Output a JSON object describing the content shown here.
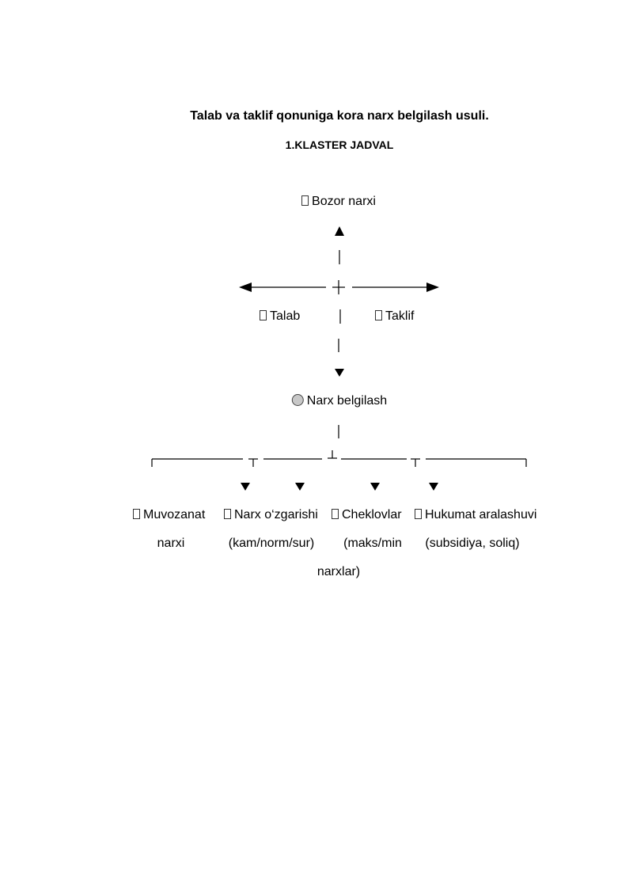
{
  "document": {
    "title": "Talab va taklif qonuniga kora narx belgilash usuli.",
    "subtitle": "1.KLASTER JADVAL"
  },
  "diagram": {
    "top_node": "Bozor narxi",
    "left_node": "Talab",
    "right_node": "Taklif",
    "center_node": "Narx belgilash",
    "branches": [
      {
        "line1": "Muvozanat",
        "line2": "narxi"
      },
      {
        "line1": "Narx o‘zgarishi",
        "line2": "(kam/norm/sur)"
      },
      {
        "line1": "Cheklovlar",
        "line2": "(maks/min",
        "line3": "narxlar)"
      },
      {
        "line1": "Hukumat aralashuvi",
        "line2": "(subsidiya, soliq)"
      }
    ],
    "icons": {
      "node_marker": "square-box-icon",
      "center_marker": "gray-circle-icon"
    }
  }
}
